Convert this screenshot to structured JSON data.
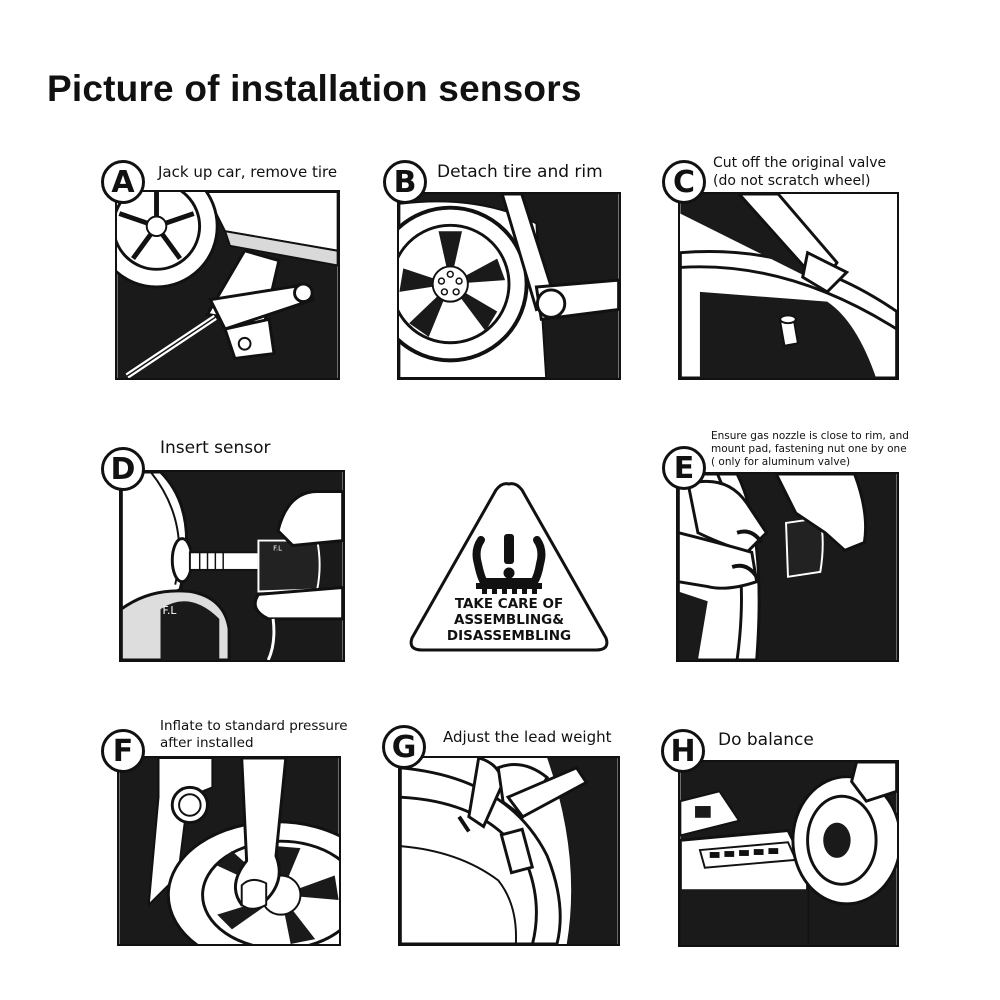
{
  "title": "Picture of installation sensors",
  "steps": [
    {
      "letter": "A",
      "caption": [
        "Jack up car, remove tire"
      ]
    },
    {
      "letter": "B",
      "caption": [
        "Detach tire and rim"
      ]
    },
    {
      "letter": "C",
      "caption": [
        "Cut off the original valve",
        "(do not scratch wheel)"
      ]
    },
    {
      "letter": "D",
      "caption": [
        "Insert sensor"
      ]
    },
    {
      "letter": "E",
      "caption": [
        "Ensure gas nozzle is close to rim, and",
        "mount pad, fastening nut one by one",
        "( only for aluminum valve)"
      ]
    },
    {
      "letter": "F",
      "caption": [
        "Inflate to standard pressure",
        "after installed"
      ]
    },
    {
      "letter": "G",
      "caption": [
        "Adjust the lead weight"
      ]
    },
    {
      "letter": "H",
      "caption": [
        "Do balance"
      ]
    }
  ],
  "sensor_marking": "F.L",
  "warning": {
    "lines": [
      "TAKE CARE OF",
      "ASSEMBLING&",
      "DISASSEMBLING"
    ],
    "icon": "tpms-warning-icon"
  }
}
